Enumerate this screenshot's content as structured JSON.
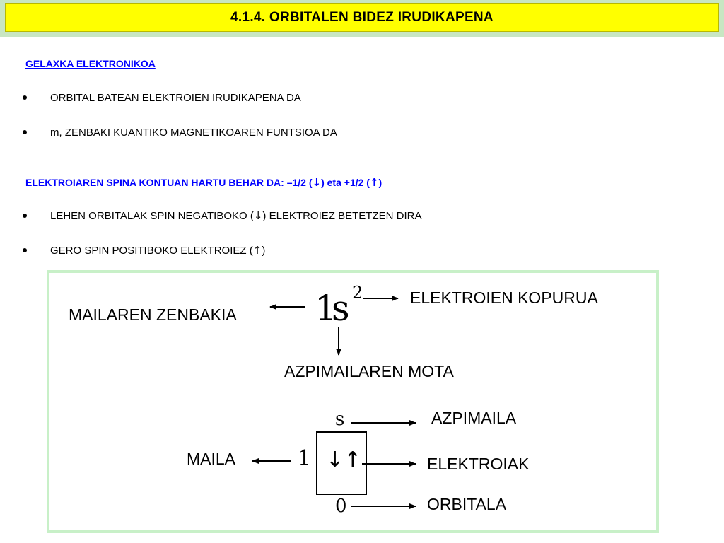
{
  "title": "4.1.4. ORBITALEN BIDEZ IRUDIKAPENA",
  "section1": {
    "heading": "GELAXKA ELEKTRONIKOA",
    "bullets": [
      "ORBITAL BATEAN ELEKTROIEN IRUDIKAPENA DA",
      "m, ZENBAKI KUANTIKO MAGNETIKOAREN FUNTSIOA DA"
    ]
  },
  "section2": {
    "heading_pre": "ELEKTROIAREN SPINA KONTUAN HARTU BEHAR DA: –1/2 (",
    "heading_arrow1": "↓",
    "heading_mid": ") eta  +1/2 (",
    "heading_arrow2": "↑",
    "heading_post": ")",
    "bullet1_pre": "LEHEN ORBITALAK SPIN NEGATIBOKO (",
    "bullet1_arrow": "↓",
    "bullet1_post": ") ELEKTROIEZ BETETZEN DIRA",
    "bullet2_pre": "GERO SPIN POSITIBOKO ELEKTROIEZ (",
    "bullet2_arrow": "↑",
    "bullet2_post": ")"
  },
  "notation": {
    "level_number": "1",
    "sublevel_letter": "s",
    "electron_exponent": "2",
    "label_level_number": "MAILAREN ZENBAKIA",
    "label_electron_count": "ELEKTROIEN KOPURUA",
    "label_sublevel_type": "AZPIMAILAREN MOTA"
  },
  "cell": {
    "sublevel_letter": "s",
    "level_number": "1",
    "orbital_index": "0",
    "spins": "↓↑",
    "label_sublevel": "AZPIMAILA",
    "label_level": "MAILA",
    "label_electrons": "ELEKTROIAK",
    "label_orbital": "ORBITALA"
  },
  "colors": {
    "title_background": "#ffff00",
    "title_frame": "#c8e6c2",
    "heading_link": "#0000ff",
    "panel_border": "#c8f0c8"
  }
}
